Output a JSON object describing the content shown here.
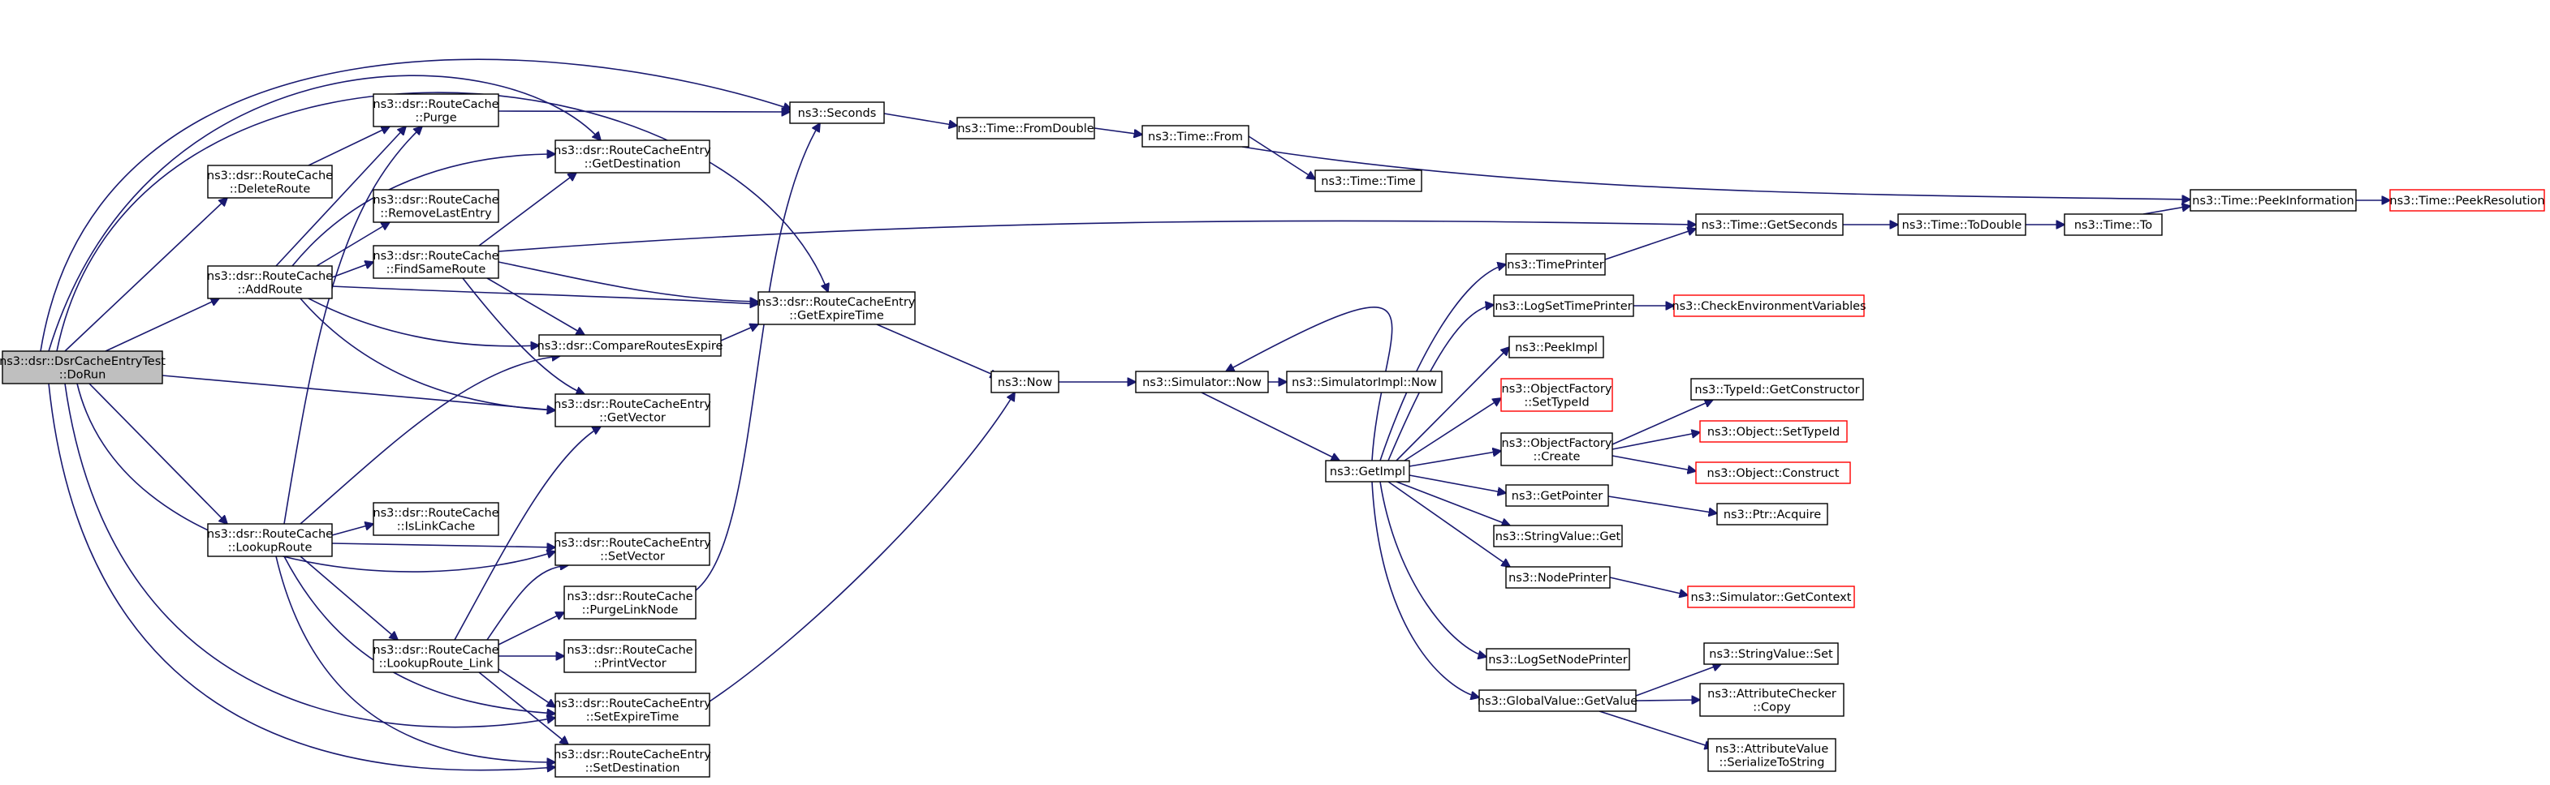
{
  "colors": {
    "edge": "#191970",
    "root_fill": "#bfbfbf",
    "node_border": "#000000",
    "truncated_border": "#ff0000",
    "background": "#ffffff"
  },
  "nodes": [
    {
      "id": "dorun",
      "lines": [
        "ns3::dsr::DsrCacheEntryTest",
        "::DoRun"
      ],
      "style": "root"
    },
    {
      "id": "deleteroute",
      "lines": [
        "ns3::dsr::RouteCache",
        "::DeleteRoute"
      ],
      "style": "normal"
    },
    {
      "id": "addroute",
      "lines": [
        "ns3::dsr::RouteCache",
        "::AddRoute"
      ],
      "style": "normal"
    },
    {
      "id": "lookuproute",
      "lines": [
        "ns3::dsr::RouteCache",
        "::LookupRoute"
      ],
      "style": "normal"
    },
    {
      "id": "purge",
      "lines": [
        "ns3::dsr::RouteCache",
        "::Purge"
      ],
      "style": "normal"
    },
    {
      "id": "removelast",
      "lines": [
        "ns3::dsr::RouteCache",
        "::RemoveLastEntry"
      ],
      "style": "normal"
    },
    {
      "id": "findsame",
      "lines": [
        "ns3::dsr::RouteCache",
        "::FindSameRoute"
      ],
      "style": "normal"
    },
    {
      "id": "islinkcache",
      "lines": [
        "ns3::dsr::RouteCache",
        "::IsLinkCache"
      ],
      "style": "normal"
    },
    {
      "id": "lookuplink",
      "lines": [
        "ns3::dsr::RouteCache",
        "::LookupRoute_Link"
      ],
      "style": "normal"
    },
    {
      "id": "getdest",
      "lines": [
        "ns3::dsr::RouteCacheEntry",
        "::GetDestination"
      ],
      "style": "normal"
    },
    {
      "id": "compare",
      "lines": [
        "ns3::dsr::CompareRoutesExpire"
      ],
      "style": "normal"
    },
    {
      "id": "getvector",
      "lines": [
        "ns3::dsr::RouteCacheEntry",
        "::GetVector"
      ],
      "style": "normal"
    },
    {
      "id": "setvector",
      "lines": [
        "ns3::dsr::RouteCacheEntry",
        "::SetVector"
      ],
      "style": "normal"
    },
    {
      "id": "purgelink",
      "lines": [
        "ns3::dsr::RouteCache",
        "::PurgeLinkNode"
      ],
      "style": "normal"
    },
    {
      "id": "printvector",
      "lines": [
        "ns3::dsr::RouteCache",
        "::PrintVector"
      ],
      "style": "normal"
    },
    {
      "id": "setexpire",
      "lines": [
        "ns3::dsr::RouteCacheEntry",
        "::SetExpireTime"
      ],
      "style": "normal"
    },
    {
      "id": "setdest",
      "lines": [
        "ns3::dsr::RouteCacheEntry",
        "::SetDestination"
      ],
      "style": "normal"
    },
    {
      "id": "seconds",
      "lines": [
        "ns3::Seconds"
      ],
      "style": "normal"
    },
    {
      "id": "getexpire",
      "lines": [
        "ns3::dsr::RouteCacheEntry",
        "::GetExpireTime"
      ],
      "style": "normal"
    },
    {
      "id": "fromdouble",
      "lines": [
        "ns3::Time::FromDouble"
      ],
      "style": "normal"
    },
    {
      "id": "from",
      "lines": [
        "ns3::Time::From"
      ],
      "style": "normal"
    },
    {
      "id": "time",
      "lines": [
        "ns3::Time::Time"
      ],
      "style": "normal"
    },
    {
      "id": "now",
      "lines": [
        "ns3::Now"
      ],
      "style": "normal"
    },
    {
      "id": "simnow",
      "lines": [
        "ns3::Simulator::Now"
      ],
      "style": "normal"
    },
    {
      "id": "simimplnow",
      "lines": [
        "ns3::SimulatorImpl::Now"
      ],
      "style": "normal"
    },
    {
      "id": "getimpl",
      "lines": [
        "ns3::GetImpl"
      ],
      "style": "normal"
    },
    {
      "id": "timeprinter",
      "lines": [
        "ns3::TimePrinter"
      ],
      "style": "normal"
    },
    {
      "id": "logsettimeprinter",
      "lines": [
        "ns3::LogSetTimePrinter"
      ],
      "style": "normal"
    },
    {
      "id": "peekimpl",
      "lines": [
        "ns3::PeekImpl"
      ],
      "style": "normal"
    },
    {
      "id": "ofsettypeid",
      "lines": [
        "ns3::ObjectFactory",
        "::SetTypeId"
      ],
      "style": "red"
    },
    {
      "id": "ofcreate",
      "lines": [
        "ns3::ObjectFactory",
        "::Create"
      ],
      "style": "normal"
    },
    {
      "id": "getpointer",
      "lines": [
        "ns3::GetPointer"
      ],
      "style": "normal"
    },
    {
      "id": "stringvalueget",
      "lines": [
        "ns3::StringValue::Get"
      ],
      "style": "normal"
    },
    {
      "id": "nodeprinter",
      "lines": [
        "ns3::NodePrinter"
      ],
      "style": "normal"
    },
    {
      "id": "logsetnodeprinter",
      "lines": [
        "ns3::LogSetNodePrinter"
      ],
      "style": "normal"
    },
    {
      "id": "globalgetvalue",
      "lines": [
        "ns3::GlobalValue::GetValue"
      ],
      "style": "normal"
    },
    {
      "id": "getseconds",
      "lines": [
        "ns3::Time::GetSeconds"
      ],
      "style": "normal"
    },
    {
      "id": "checkenv",
      "lines": [
        "ns3::CheckEnvironmentVariables"
      ],
      "style": "red"
    },
    {
      "id": "typeidgetctor",
      "lines": [
        "ns3::TypeId::GetConstructor"
      ],
      "style": "normal"
    },
    {
      "id": "objsettypeid",
      "lines": [
        "ns3::Object::SetTypeId"
      ],
      "style": "red"
    },
    {
      "id": "objconstruct",
      "lines": [
        "ns3::Object::Construct"
      ],
      "style": "red"
    },
    {
      "id": "ptracquire",
      "lines": [
        "ns3::Ptr::Acquire"
      ],
      "style": "normal"
    },
    {
      "id": "simgetcontext",
      "lines": [
        "ns3::Simulator::GetContext"
      ],
      "style": "red"
    },
    {
      "id": "stringvalueset",
      "lines": [
        "ns3::StringValue::Set"
      ],
      "style": "normal"
    },
    {
      "id": "attrcheckercopy",
      "lines": [
        "ns3::AttributeChecker",
        "::Copy"
      ],
      "style": "normal"
    },
    {
      "id": "attrvalueser",
      "lines": [
        "ns3::AttributeValue",
        "::SerializeToString"
      ],
      "style": "normal"
    },
    {
      "id": "todouble",
      "lines": [
        "ns3::Time::ToDouble"
      ],
      "style": "normal"
    },
    {
      "id": "to",
      "lines": [
        "ns3::Time::To"
      ],
      "style": "normal"
    },
    {
      "id": "peekinfo",
      "lines": [
        "ns3::Time::PeekInformation"
      ],
      "style": "normal"
    },
    {
      "id": "peekres",
      "lines": [
        "ns3::Time::PeekResolution"
      ],
      "style": "red"
    }
  ]
}
